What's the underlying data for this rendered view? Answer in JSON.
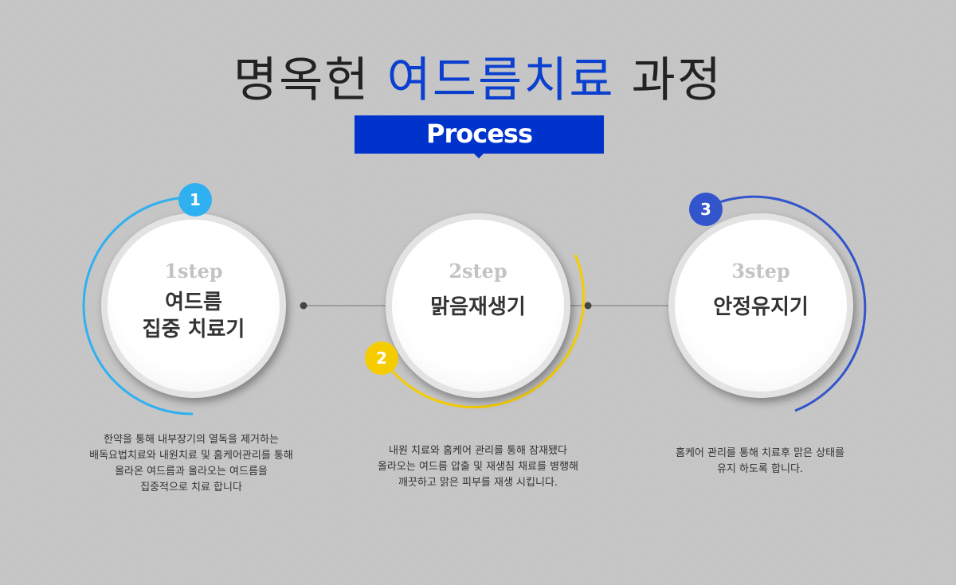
{
  "title": {
    "part1": "명옥헌",
    "highlight": "여드름치료",
    "part2": "과정"
  },
  "subtitle": "Process",
  "colors": {
    "step1": "#2fb0f0",
    "step2": "#f5cc00",
    "step3": "#3355cc",
    "accent": "#0033cc"
  },
  "steps": [
    {
      "number": "1",
      "label": "1step",
      "name_line1": "여드름",
      "name_line2": "집중 치료기",
      "desc": [
        "한약을 통해 내부장기의 열독을 제거하는",
        "배독요법치료와 내원치료 및 홈케어관리를 통해",
        "올라온 여드름과 올라오는 여드름을",
        "집중적으로 치료 합니다"
      ]
    },
    {
      "number": "2",
      "label": "2step",
      "name_line1": "맑음재생기",
      "desc": [
        "내원 치료와 홈케어 관리를 통해 잠재됐다",
        "올라오는 여드름 압출 및 재생침 채료를 병행해",
        "깨끗하고 맑은 피부를 재생 시킵니다."
      ]
    },
    {
      "number": "3",
      "label": "3step",
      "name_line1": "안정유지기",
      "desc": [
        "홈케어 관리를 통해 치료후 맑은 상태를",
        "유지 하도록 합니다."
      ]
    }
  ]
}
